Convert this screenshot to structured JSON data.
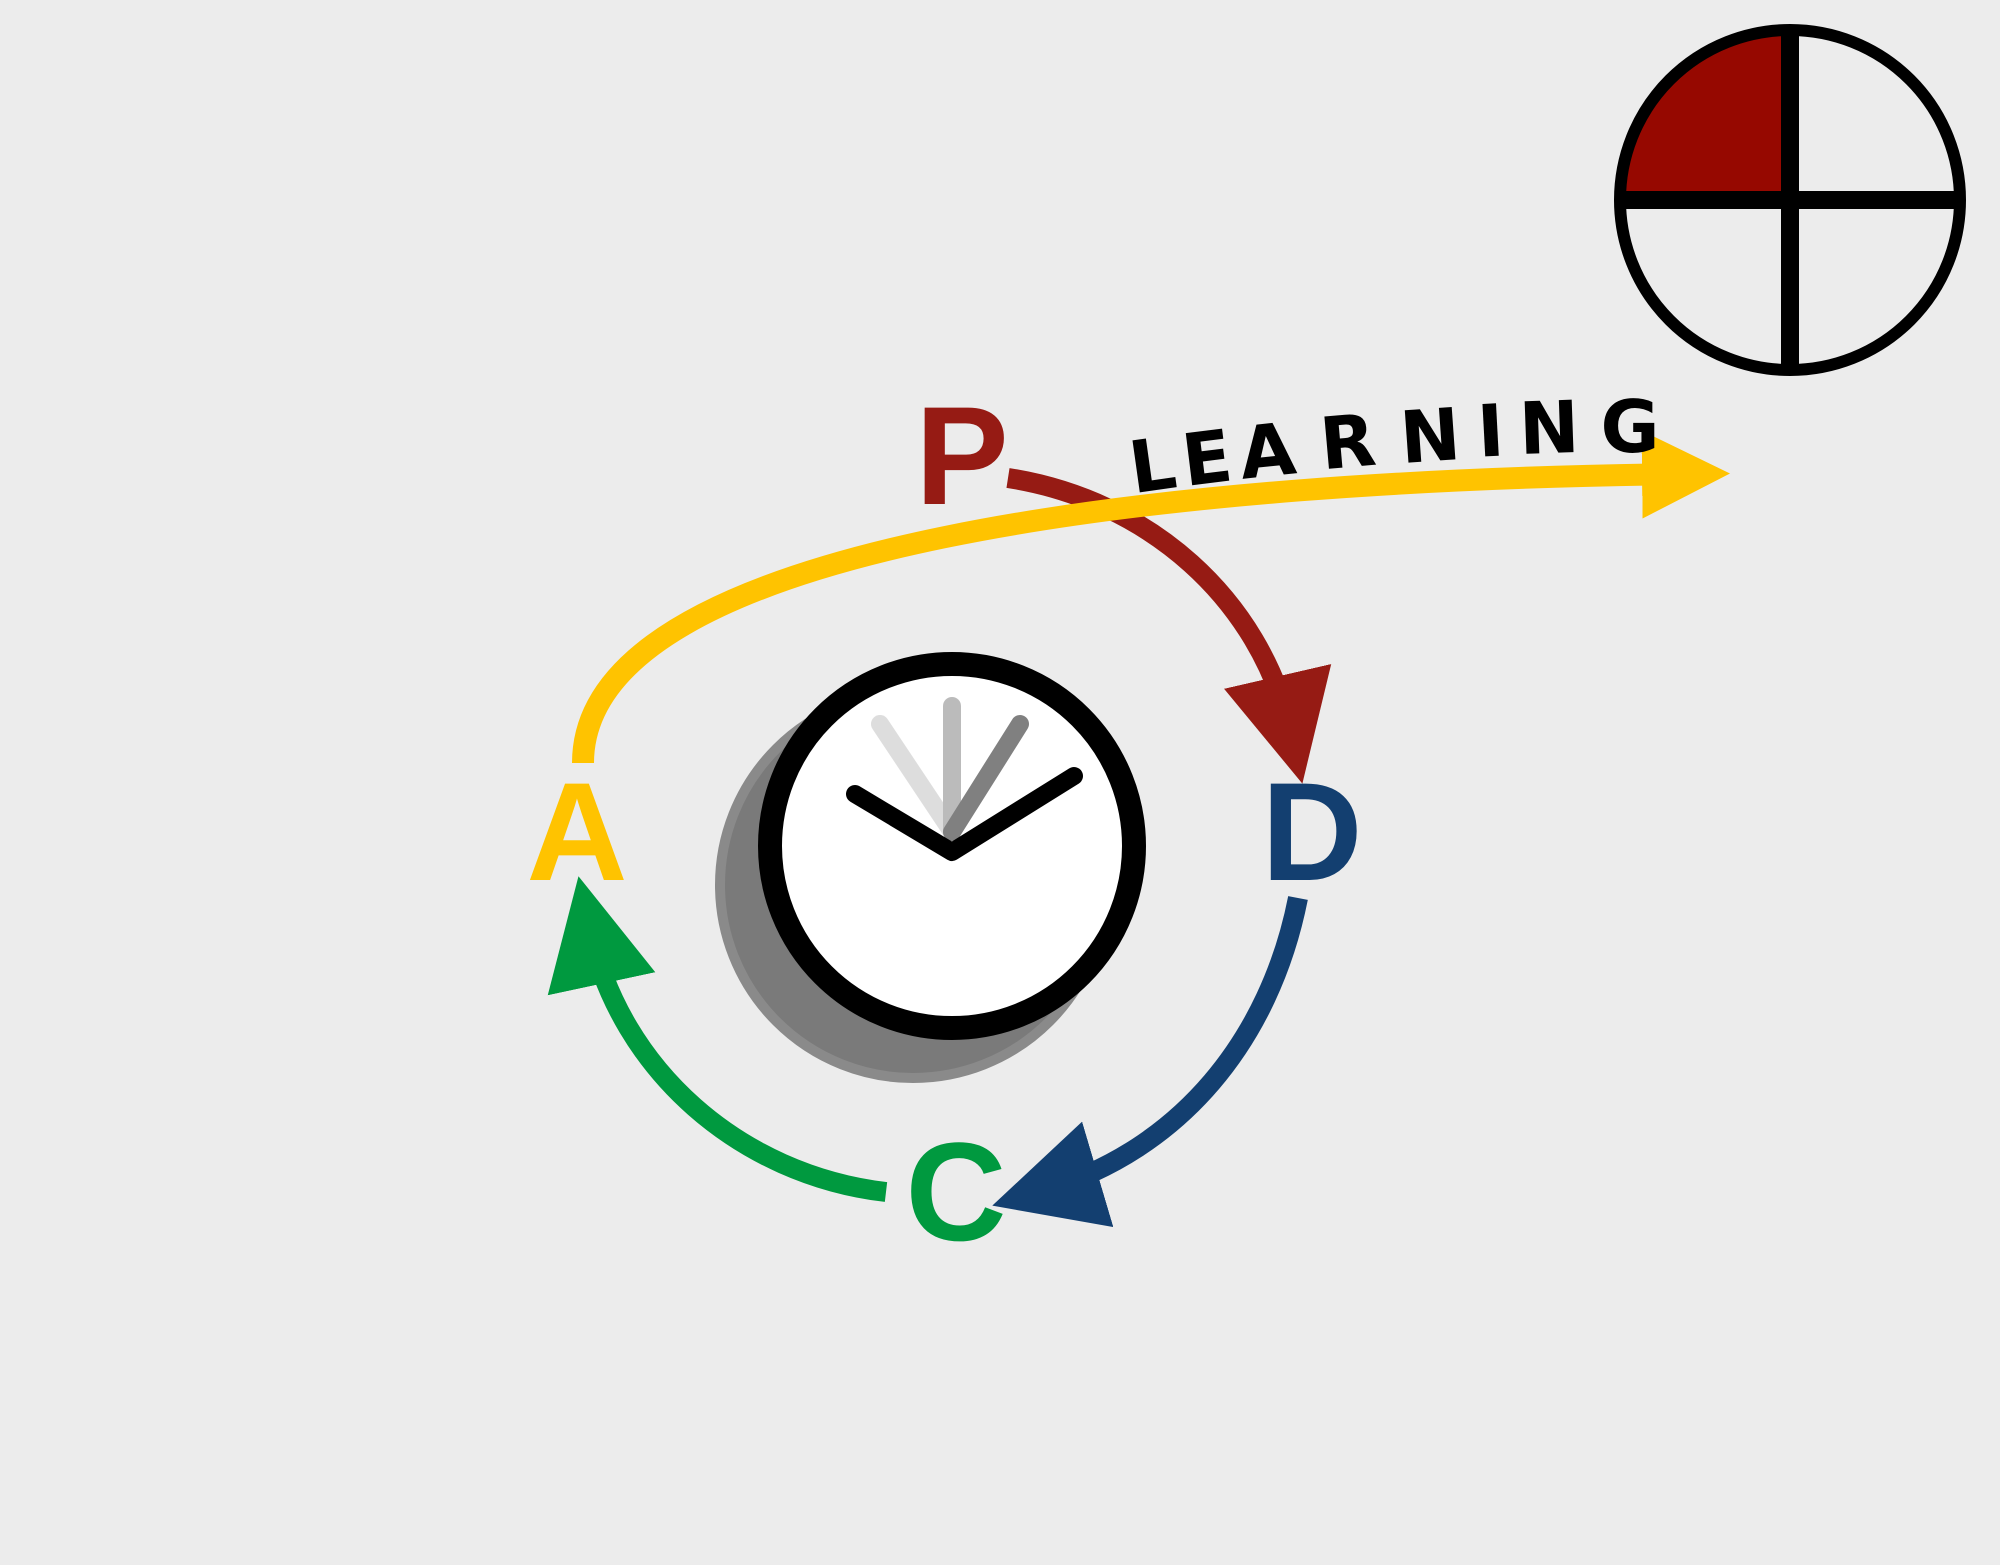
{
  "colors": {
    "background": "#ececec",
    "plan": "#961b14",
    "do": "#133f70",
    "check": "#00993f",
    "act": "#ffc300",
    "quadrant_fill": "#960800",
    "clock_shadow": "#7a7a7a",
    "ink": "#000000"
  },
  "stages": {
    "plan": "P",
    "do": "D",
    "check": "C",
    "act": "A"
  },
  "learning": {
    "word": "LEARNING",
    "letters": [
      "L",
      "E",
      "A",
      "R",
      "N",
      "I",
      "N",
      "G"
    ]
  },
  "quadrant_indicator": {
    "quadrants": 4,
    "filled_quadrant": "top-left"
  },
  "clock": {
    "icon": "clock-icon",
    "ghost_hands": 3
  }
}
